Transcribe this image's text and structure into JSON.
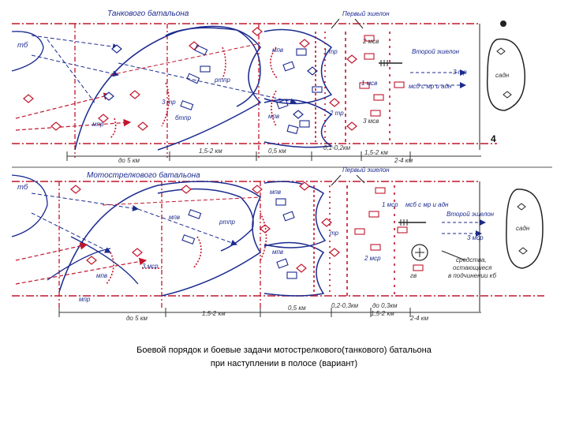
{
  "top": {
    "title": "Танкового батальона",
    "first_echelon": "Первый эшелон",
    "second_echelon": "Второй эшелон",
    "units": {
      "tb": "тб",
      "mpv_upper": "мпв",
      "rtpr": "ртпр",
      "mpv_lower": "мпв",
      "btpr": "бтпр",
      "mpr": "мпр",
      "tr1": "1 тр",
      "msr2": "2 мсв",
      "tr3_left": "3 тр",
      "mskr1": "1 мсв",
      "tr3_right": "3 тр",
      "msb_note": "мсб с мр и адн",
      "tr2": "2 тр",
      "msr3": "3 мсв",
      "sadn": "садн"
    },
    "distances": {
      "d5": "до 5 км",
      "d15": "1,5-2 км",
      "d05": "0,5 км",
      "d01": "0,1-0,2км",
      "d15b": "1,5-2 км",
      "d24": "2-4 км"
    },
    "marker": "4"
  },
  "bottom": {
    "title": "Мотострелкового батальона",
    "first_echelon": "Первый эшелон",
    "second_echelon": "Второй эшелон",
    "units": {
      "tb": "тб",
      "mpv_upper": "мпв",
      "mpv_left": "мпв",
      "rtpr": "ртпр",
      "tr": "тр",
      "mpv_lower": "мпв",
      "msr3": "3 мср",
      "mpv_bottom": "мпв",
      "mpr": "мпр",
      "msr1": "1 мср",
      "msb_note": "мсб с мр и адн",
      "msr2": "2 мср",
      "msr3b": "3 мср",
      "sadn": "садн",
      "gv": "гв",
      "support_note_1": "средства,",
      "support_note_2": "остающиеся",
      "support_note_3": "в подчинении кб"
    },
    "distances": {
      "d5": "до 5 км",
      "d15": "1,5-2 км",
      "d05": "0,5 км",
      "d02": "0,2-0,3км",
      "d03": "до 0,3км",
      "d15b": "1,5-2 км",
      "d24": "2-4 км"
    }
  },
  "caption": {
    "line1": "Боевой порядок и боевые задачи мотострелкового(танкового) батальона",
    "line2": "при наступлении в полосе (вариант)"
  },
  "colors": {
    "friendly": "#1c2b8f",
    "enemy": "#c0162c",
    "ink": "#222222"
  }
}
